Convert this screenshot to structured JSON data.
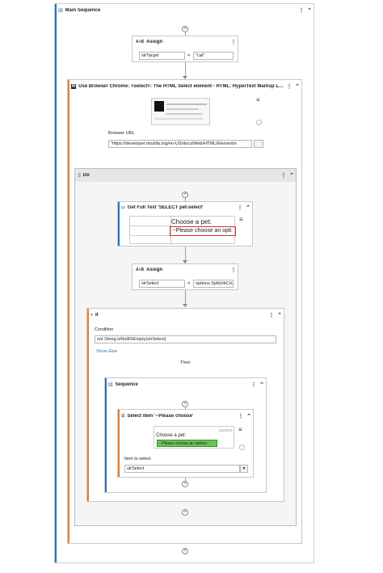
{
  "main_sequence": {
    "title": "Main Sequence",
    "more": "⋮",
    "collapse": "⌃"
  },
  "assign1": {
    "title": "Assign",
    "to": "strTarget",
    "eq": "=",
    "value": "\"cat\"",
    "more": "⋮"
  },
  "browser": {
    "title": "Use Browser Chrome: <select>: The HTML Select element - HTML: HyperText Markup Lan...",
    "url_label": "Browser URL",
    "url_value": "\"https://developer.mozilla.org/en-US/docs/Web/HTML/Element/s",
    "more": "⋮",
    "collapse": "⌃",
    "menu": "≡"
  },
  "do": {
    "title": "Do",
    "more": "⋮",
    "collapse": "⌃"
  },
  "get_text": {
    "title": "Get Full Text 'SELECT  pet-select'",
    "preview_label": "Choose a pet:",
    "preview_option": "--Please choose an opti",
    "more": "⋮",
    "collapse": "⌃",
    "menu": "≡"
  },
  "assign2": {
    "title": "Assign",
    "to": "strSelect",
    "eq": "=",
    "value": "options.Split(vbCrL",
    "more": "⋮"
  },
  "if": {
    "title": "If",
    "condition_label": "Condition",
    "condition_value": "not String.IsNullOrEmpty(strSelect)",
    "show_else": "Show Else",
    "then_label": "Then",
    "more": "⋮",
    "collapse": "⌃"
  },
  "sequence": {
    "title": "Sequence",
    "more": "⋮",
    "collapse": "⌃"
  },
  "select_item": {
    "title": "Select Item '--Please choose'",
    "preview_label": "Choose a pet:",
    "preview_option": "--Please choose an option--",
    "preview_badge": "OUTPUT",
    "item_label": "Item to select",
    "item_value": "strSelect",
    "more": "⋮",
    "collapse": "⌃",
    "menu": "≡"
  },
  "plus": "+",
  "colors": {
    "orange": "#e87d2c",
    "blue": "#2a6fb8",
    "red": "#d32f2f",
    "green": "#6ac259"
  }
}
